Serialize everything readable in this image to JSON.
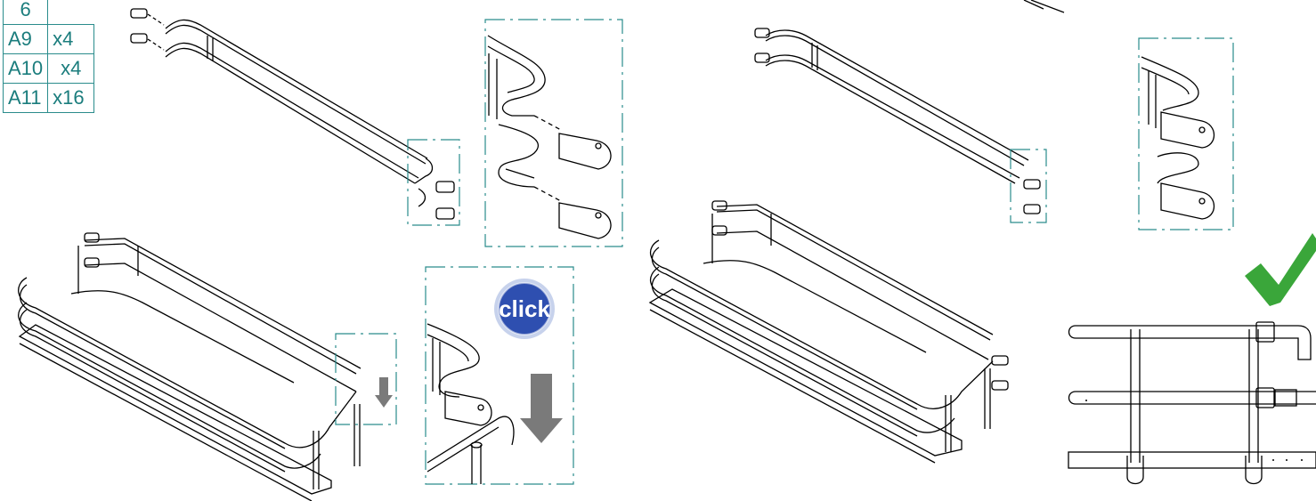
{
  "step_number": "6",
  "parts": [
    {
      "id": "A9",
      "qty": "x4"
    },
    {
      "id": "A10",
      "qty": "x4"
    },
    {
      "id": "A11",
      "qty": "x16"
    }
  ],
  "click_label": "click",
  "colors": {
    "accent": "#2a8c8c",
    "arrow": "#7a7a7a",
    "check": "#3aa63a",
    "click_badge": "#2e4fb0"
  },
  "icons": [
    "down-arrow-icon",
    "click-badge-icon",
    "checkmark-icon"
  ]
}
